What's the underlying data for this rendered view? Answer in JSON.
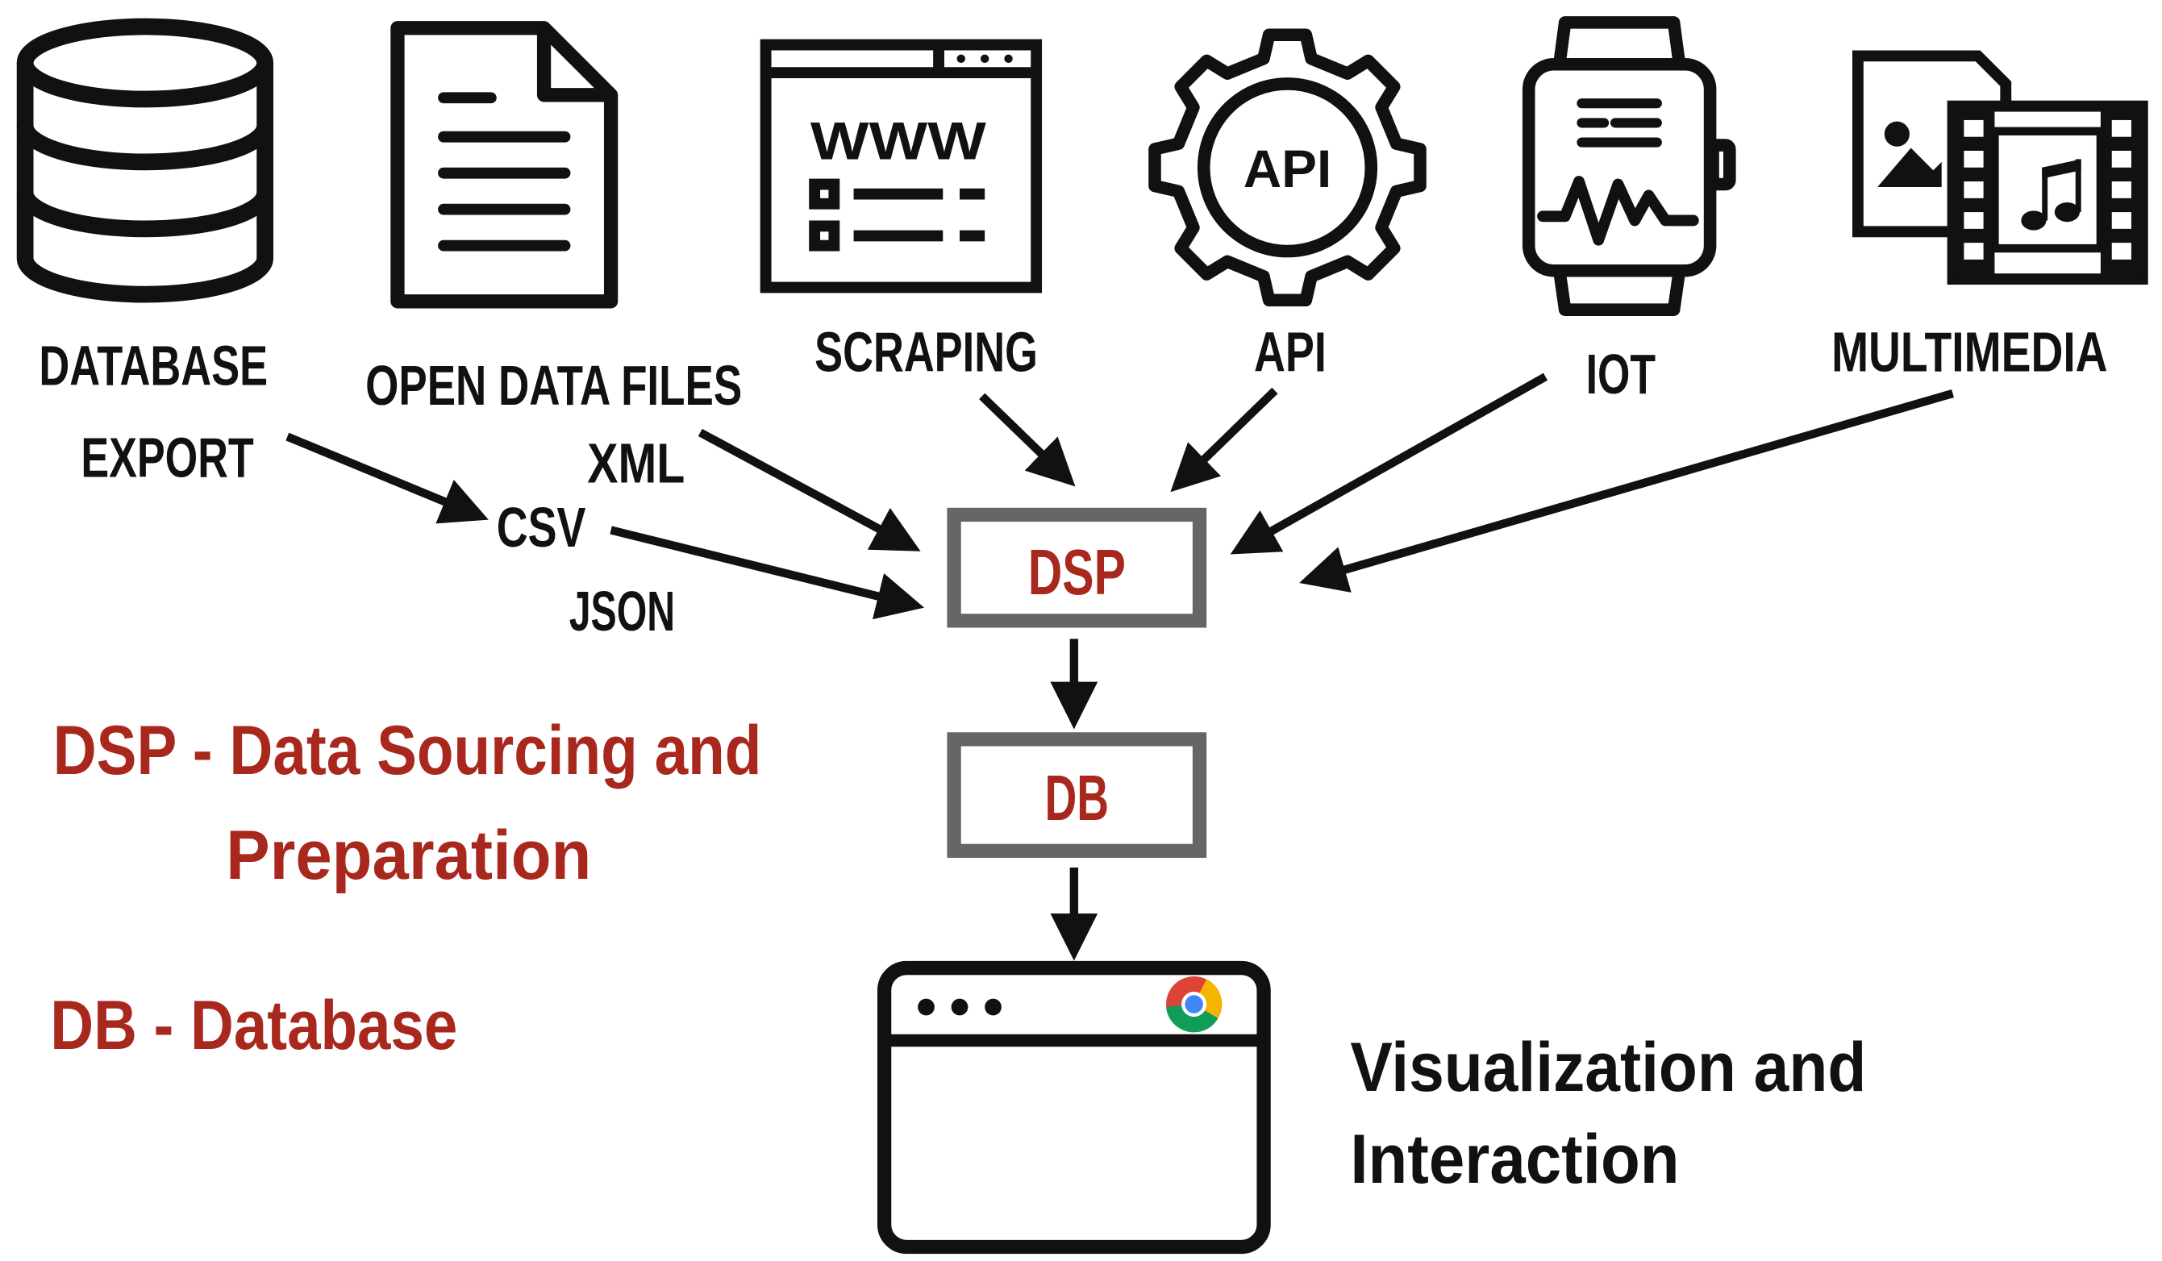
{
  "sources": {
    "database_export": {
      "line1": "DATABASE",
      "line2": "EXPORT",
      "icon": "database-icon"
    },
    "open_data_files": {
      "label": "OPEN DATA FILES",
      "icon": "document-icon"
    },
    "scraping": {
      "label": "SCRAPING",
      "icon": "web-page-icon",
      "icon_text": "WWW"
    },
    "api": {
      "label": "API",
      "icon": "api-gear-icon",
      "icon_text": "API"
    },
    "iot": {
      "label": "IOT",
      "icon": "smartwatch-icon"
    },
    "multimedia": {
      "label": "MULTIMEDIA",
      "icon": "multimedia-icon"
    }
  },
  "formats": {
    "csv": "CSV",
    "xml": "XML",
    "json": "JSON"
  },
  "nodes": {
    "dsp": "DSP",
    "db": "DB"
  },
  "legend": {
    "dsp_line1": "DSP - Data Sourcing and",
    "dsp_line2": "Preparation",
    "db": "DB - Database"
  },
  "output": {
    "line1": "Visualization and",
    "line2": "Interaction",
    "icon": "browser-window-icon"
  },
  "colors": {
    "accent_red": "#a8281e",
    "box_border": "#666666",
    "text": "#111111"
  }
}
